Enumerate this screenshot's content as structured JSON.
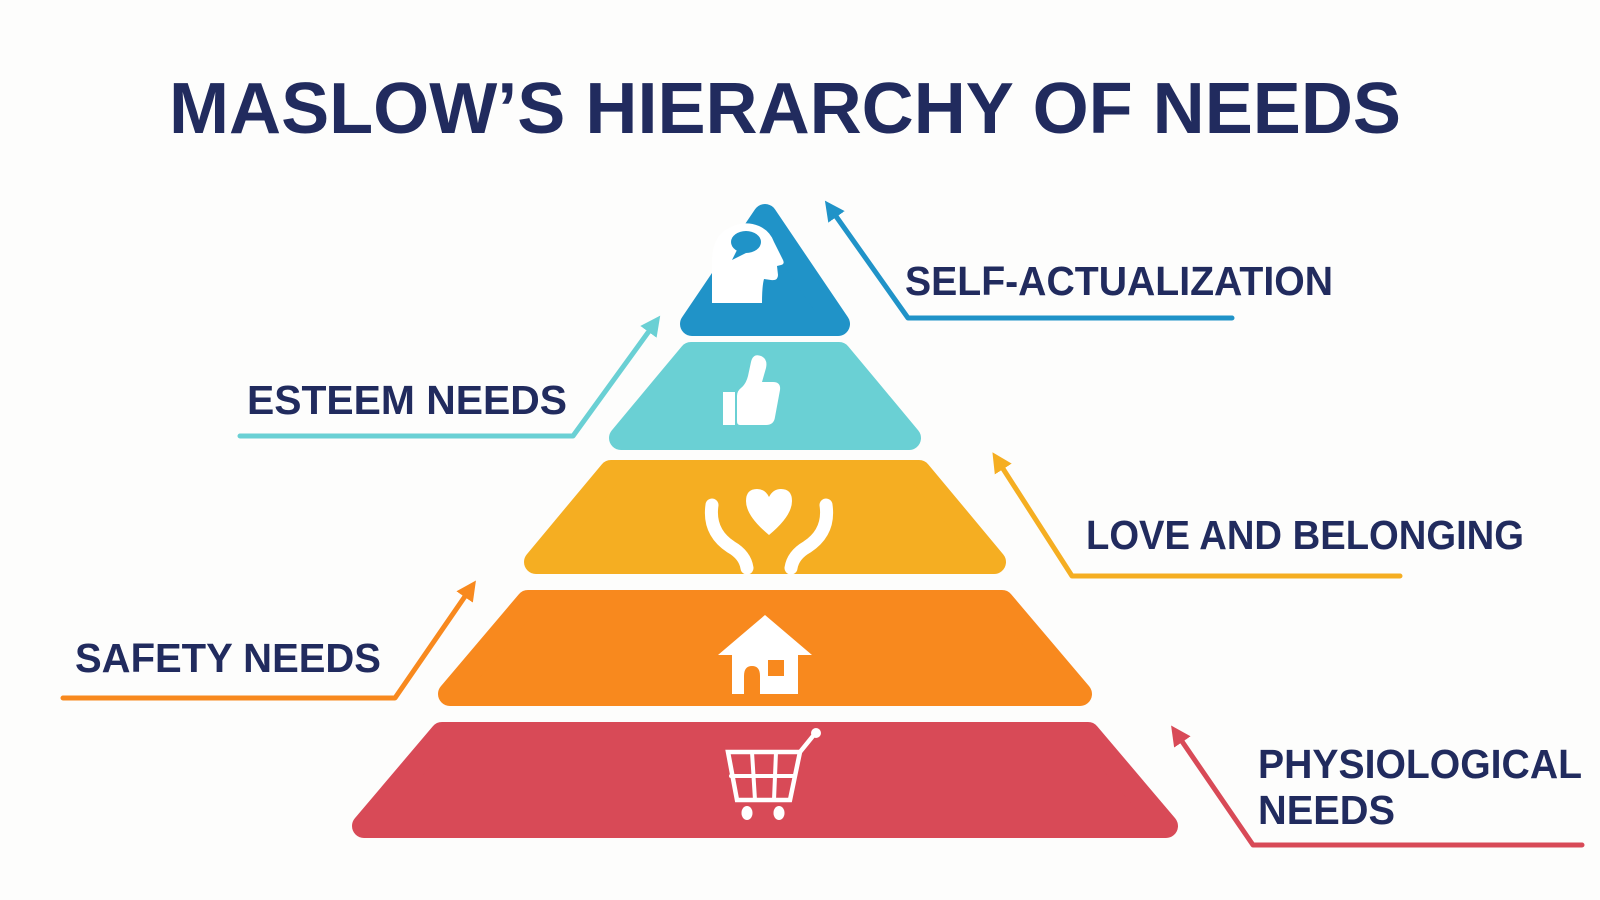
{
  "title": "MASLOW’S HIERARCHY OF NEEDS",
  "palette": {
    "background": "#fdfdfc",
    "text_navy": "#212b5e",
    "icon_white": "#ffffff"
  },
  "levels": [
    {
      "rank": 1,
      "label": "SELF-ACTUALIZATION",
      "label_side": "right",
      "icon": "head-brain-icon",
      "color": "#2093c8"
    },
    {
      "rank": 2,
      "label": "ESTEEM NEEDS",
      "label_side": "left",
      "icon": "thumbs-up-icon",
      "color": "#6ad0d4"
    },
    {
      "rank": 3,
      "label": "LOVE AND BELONGING",
      "label_side": "right",
      "icon": "hands-heart-icon",
      "color": "#f5ae22"
    },
    {
      "rank": 4,
      "label": "SAFETY NEEDS",
      "label_side": "left",
      "icon": "house-icon",
      "color": "#f8891e"
    },
    {
      "rank": 5,
      "label": "PHYSIOLOGICAL NEEDS",
      "label_lines": [
        "PHYSIOLOGICAL",
        "NEEDS"
      ],
      "label_side": "right",
      "icon": "shopping-cart-icon",
      "color": "#d84a57"
    }
  ]
}
